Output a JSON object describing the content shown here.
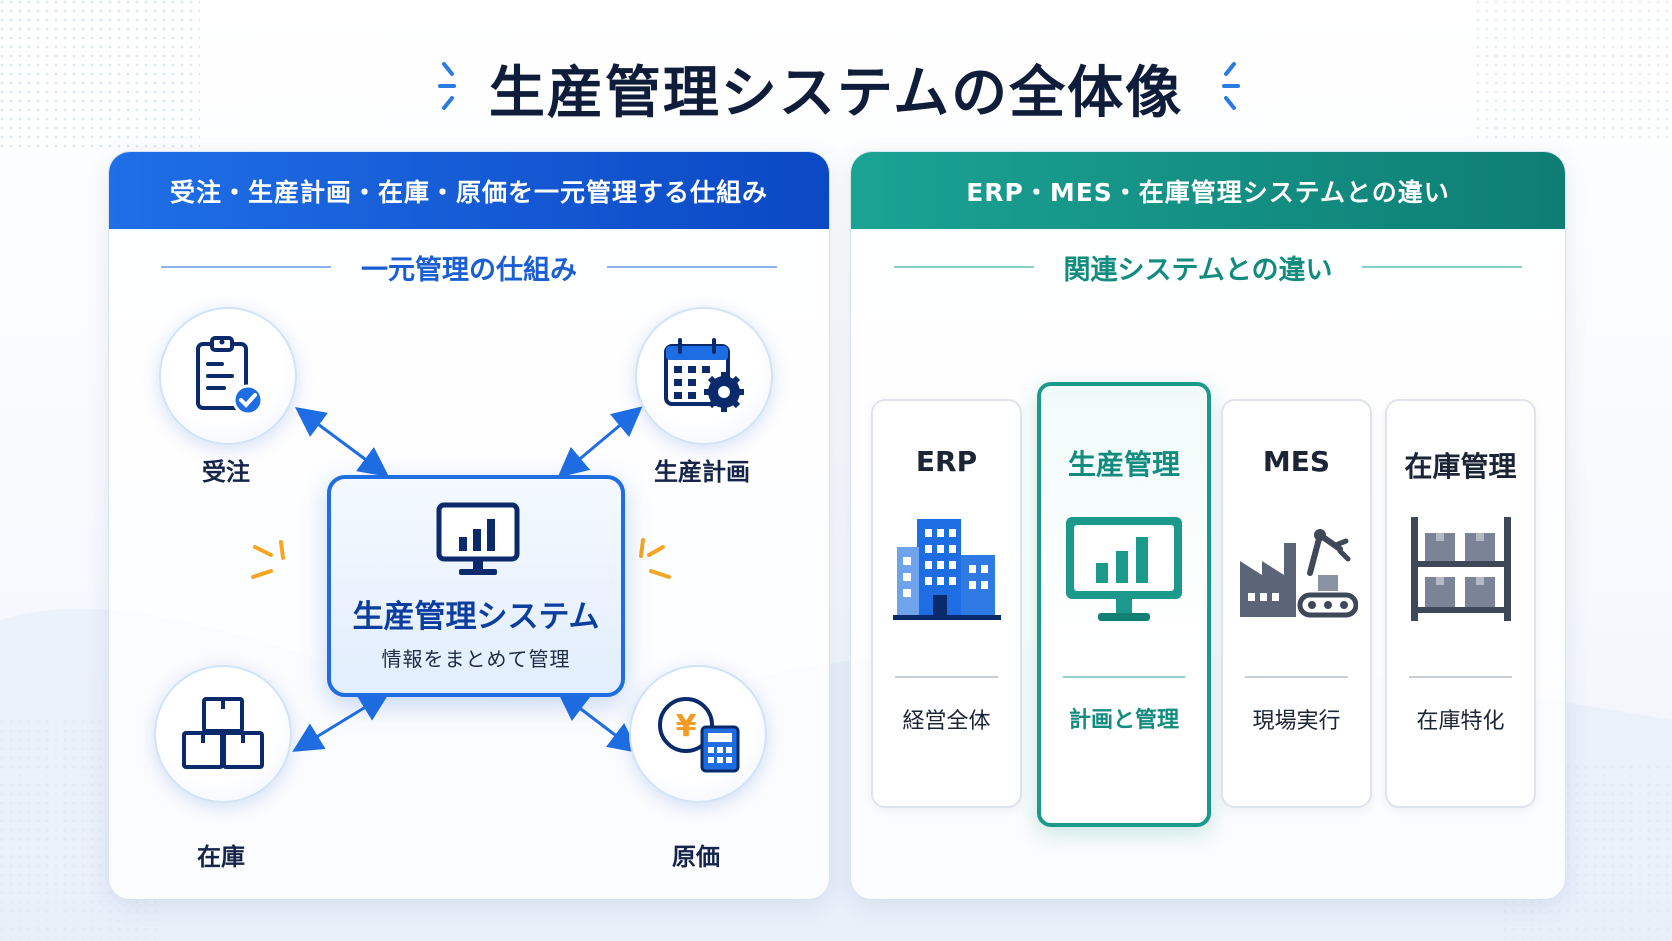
{
  "title": "生産管理システムの全体像",
  "left_panel": {
    "header": "受注・生産計画・在庫・原価を一元管理する仕組み",
    "subtitle": "一元管理の仕組み",
    "center": {
      "title": "生産管理システム",
      "subtitle": "情報をまとめて管理",
      "icon": "monitor-chart-icon"
    },
    "nodes": [
      {
        "label": "受注",
        "icon": "clipboard-check-icon"
      },
      {
        "label": "生産計画",
        "icon": "calendar-gear-icon"
      },
      {
        "label": "在庫",
        "icon": "boxes-icon"
      },
      {
        "label": "原価",
        "icon": "yen-calculator-icon"
      }
    ]
  },
  "right_panel": {
    "header": "ERP・MES・在庫管理システムとの違い",
    "subtitle": "関連システムとの違い",
    "cards": [
      {
        "title": "ERP",
        "desc": "経営全体",
        "icon": "office-building-icon",
        "highlight": false
      },
      {
        "title": "生産管理",
        "desc": "計画と管理",
        "icon": "monitor-chart-icon",
        "highlight": true
      },
      {
        "title": "MES",
        "desc": "現場実行",
        "icon": "factory-robot-icon",
        "highlight": false
      },
      {
        "title": "在庫管理",
        "desc": "在庫特化",
        "icon": "warehouse-shelf-icon",
        "highlight": false
      }
    ]
  },
  "colors": {
    "blue": "#1e6de2",
    "navy": "#0b2a6b",
    "teal": "#1b9a8c",
    "accent": "#f5a623"
  }
}
